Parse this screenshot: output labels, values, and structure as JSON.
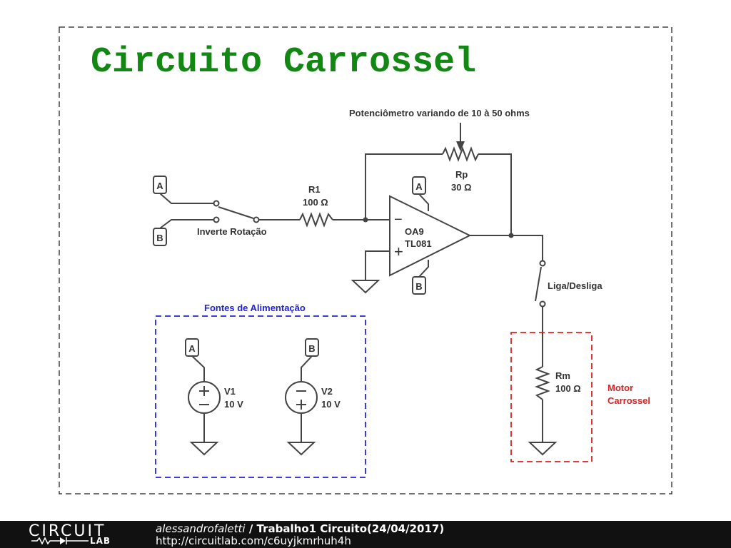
{
  "title": "Circuito Carrossel",
  "colors": {
    "title": "#118811",
    "supply_box": "#2222dd",
    "motor_box": "#dd2222",
    "wire": "#444444",
    "footer_bg": "#111111"
  },
  "components": {
    "r1": {
      "name": "R1",
      "value": "100 Ω"
    },
    "rp": {
      "name": "Rp",
      "value": "30 Ω",
      "note": "Potenciômetro variando de 10 à 50 ohms"
    },
    "opamp": {
      "name": "OA9",
      "model": "TL081",
      "inv_sign": "−",
      "noninv_sign": "+"
    },
    "switch_rotation": {
      "label": "Inverte Rotação"
    },
    "switch_power": {
      "label": "Liga/Desliga"
    },
    "rm": {
      "name": "Rm",
      "value": "100 Ω"
    },
    "v1": {
      "name": "V1",
      "value": "10 V"
    },
    "v2": {
      "name": "V2",
      "value": "10 V"
    }
  },
  "tags": {
    "a": "A",
    "b": "B"
  },
  "groups": {
    "supplies": "Fontes de Alimentação",
    "motor_line1": "Motor",
    "motor_line2": "Carrossel"
  },
  "footer": {
    "logo_top": "CIRCUIT",
    "logo_bottom": "LAB",
    "author": "alessandrofaletti",
    "separator": " / ",
    "project": "Trabalho1 Circuito(24/04/2017)",
    "url": "http://circuitlab.com/c6uyjkmrhuh4h"
  }
}
